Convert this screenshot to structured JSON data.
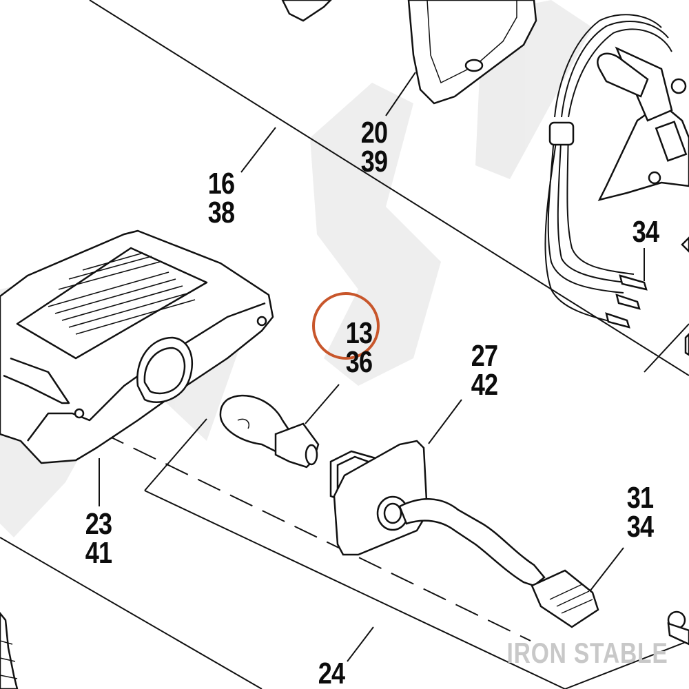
{
  "diagram": {
    "callouts": [
      {
        "id": "c-20-39",
        "lines": [
          "20",
          "39"
        ]
      },
      {
        "id": "c-16-38",
        "lines": [
          "16",
          "38"
        ]
      },
      {
        "id": "c-34-top",
        "lines": [
          "34"
        ]
      },
      {
        "id": "c-13-36",
        "lines": [
          "13",
          "36"
        ]
      },
      {
        "id": "c-27-42",
        "lines": [
          "27",
          "42"
        ]
      },
      {
        "id": "c-23-41",
        "lines": [
          "23",
          "41"
        ]
      },
      {
        "id": "c-31-34",
        "lines": [
          "31",
          "34"
        ]
      },
      {
        "id": "c-24",
        "lines": [
          "24"
        ]
      }
    ],
    "highlight": {
      "callout": "13",
      "color": "#c8562b"
    },
    "watermark": "IRON STABLE",
    "colors": {
      "line": "#111111",
      "ghost_text": "#ececec"
    }
  }
}
